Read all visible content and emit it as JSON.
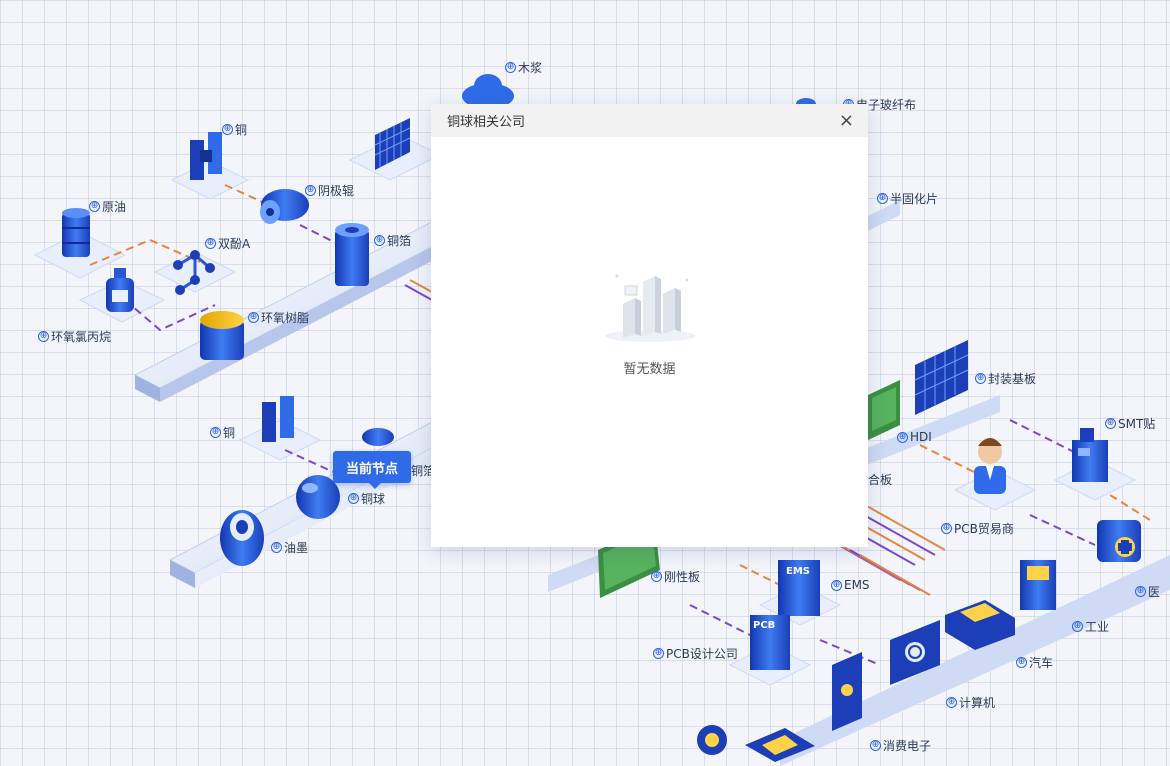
{
  "modal": {
    "title": "铜球相关公司",
    "close_glyph": "×",
    "empty_text": "暂无数据"
  },
  "tooltip": {
    "text": "当前节点"
  },
  "node_prefix": "⊕",
  "nodes": {
    "mujiang": "木浆",
    "dianzi_boxianbu": "电子玻纤布",
    "tong_top": "铜",
    "yuanyou": "原油",
    "yinjigun": "阴极辊",
    "shuangfen_a": "双酚A",
    "tongbo": "铜箔",
    "huanyang_shuzhi": "环氧树脂",
    "huanyang_lvbingwan": "环氧氯丙烷",
    "bangu_huapian": "半固化片",
    "fengzhuang_jiban": "封装基板",
    "smt": "SMT贴",
    "hdi": "HDI",
    "tong_mid": "铜",
    "tongqiu": "铜球",
    "youmo": "油墨",
    "pcb_maoyishang": "PCB贸易商",
    "gangxingban": "刚性板",
    "ems": "EMS",
    "pcb_sheji": "PCB设计公司",
    "yi": "医",
    "gongye": "工业",
    "qiche": "汽车",
    "jisuanji": "计算机",
    "xiaofei_dianzi": "消费电子",
    "he_ban": "合板",
    "tong_partial": "铜箔"
  },
  "icon_text": {
    "pcb": "PCB",
    "ems": "EMS"
  },
  "colors": {
    "accent": "#2f6be8",
    "platform": "#dfe7f8",
    "dark_blue": "#1c3fb8"
  }
}
